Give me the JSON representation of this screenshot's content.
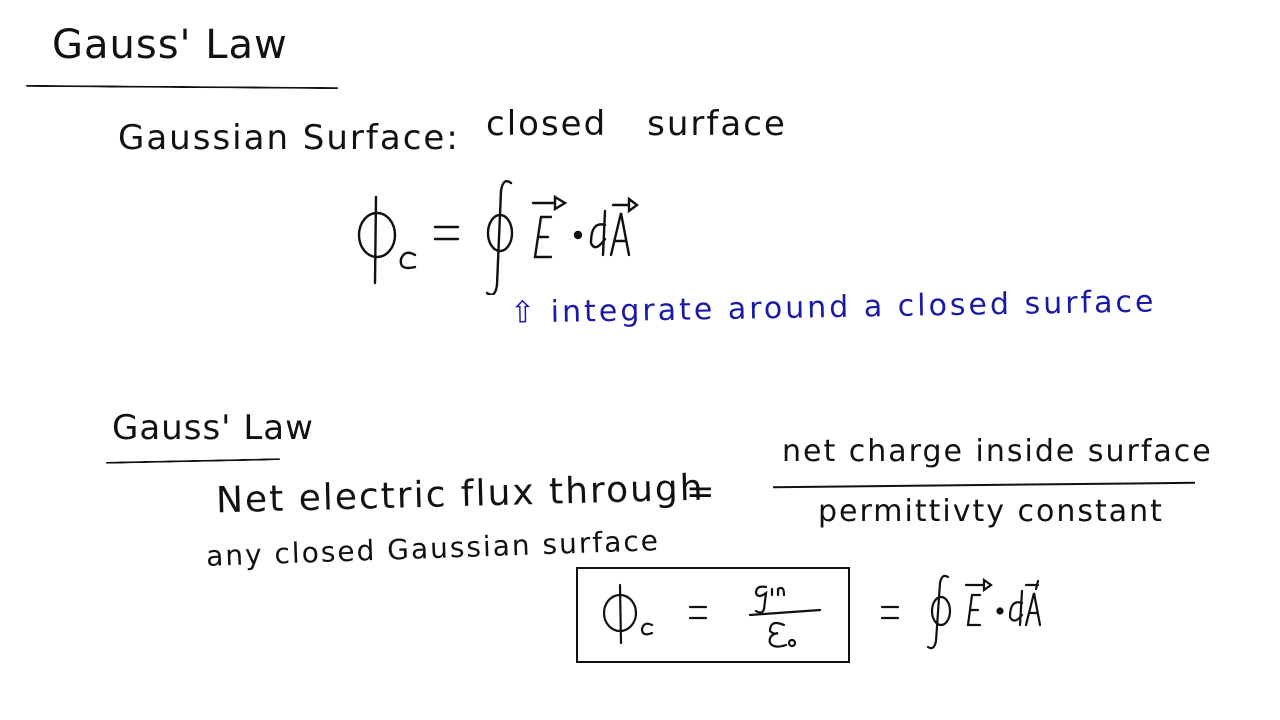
{
  "page": {
    "title": "Gauss' Law",
    "background": "#ffffff",
    "ink_color": "#111111",
    "annotation_color": "#1a1aa8"
  },
  "gaussian_surface": {
    "label": "Gaussian Surface:",
    "value_word1": "closed",
    "value_word2": "surface"
  },
  "flux_equation": {
    "phi": "Φ",
    "subscript": "c",
    "equals": "=",
    "integral": "∮",
    "field": "E",
    "dot": "·",
    "area": "dA"
  },
  "annotation": {
    "arrow": "⇧",
    "text": "integrate around a closed surface"
  },
  "gauss_law": {
    "heading": "Gauss' Law",
    "statement_line1": "Net electric flux through",
    "statement_line2": "any closed Gaussian surface",
    "equals": "=",
    "numerator": "net charge inside surface",
    "denominator": "permittivty constant"
  },
  "final_equation": {
    "phi": "Φ",
    "subscript": "c",
    "equals": "=",
    "numerator": "q",
    "numerator_sub": "in",
    "denominator": "ε",
    "denominator_sub": "o",
    "equals2": "=",
    "integral": "∮",
    "field": "E",
    "dot": "·",
    "area": "dA"
  }
}
